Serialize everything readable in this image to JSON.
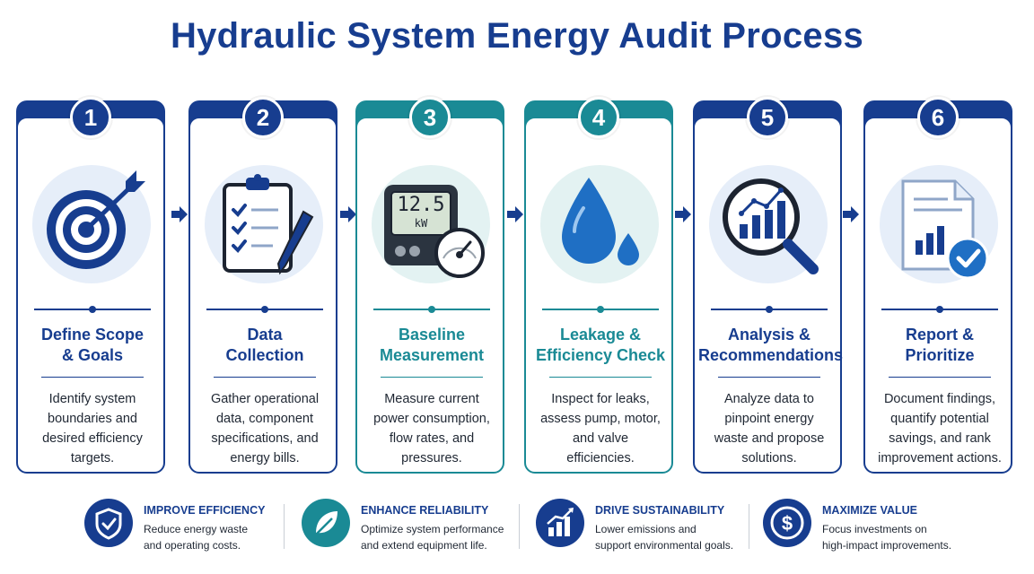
{
  "title": "Hydraulic System Energy Audit Process",
  "steps": [
    {
      "number": "1",
      "heading_lines": [
        "Define Scope",
        "& Goals"
      ],
      "desc_lines": [
        "Identify system",
        "boundaries and",
        "desired efficiency",
        "targets."
      ],
      "color": "#173d8f",
      "icon": "target-icon"
    },
    {
      "number": "2",
      "heading_lines": [
        "Data",
        "Collection"
      ],
      "desc_lines": [
        "Gather operational",
        "data, component",
        "specifications, and",
        "energy bills."
      ],
      "color": "#173d8f",
      "icon": "clipboard-checklist-icon"
    },
    {
      "number": "3",
      "heading_lines": [
        "Baseline",
        "Measurement"
      ],
      "desc_lines": [
        "Measure current",
        "power consumption,",
        "flow rates, and",
        "pressures."
      ],
      "color": "#1a8a95",
      "icon": "power-meter-gauge-icon",
      "meter_value": "12.5",
      "meter_unit": "kW"
    },
    {
      "number": "4",
      "heading_lines": [
        "Leakage &",
        "Efficiency Check"
      ],
      "desc_lines": [
        "Inspect for leaks,",
        "assess pump, motor,",
        "and valve",
        "efficiencies."
      ],
      "color": "#1a8a95",
      "icon": "water-drop-icon"
    },
    {
      "number": "5",
      "heading_lines": [
        "Analysis &",
        "Recommendations"
      ],
      "desc_lines": [
        "Analyze data to",
        "pinpoint energy",
        "waste and propose",
        "solutions."
      ],
      "color": "#173d8f",
      "icon": "magnifier-chart-icon"
    },
    {
      "number": "6",
      "heading_lines": [
        "Report &",
        "Prioritize"
      ],
      "desc_lines": [
        "Document findings,",
        "quantify potential",
        "savings, and rank",
        "improvement actions."
      ],
      "color": "#173d8f",
      "icon": "report-check-icon"
    }
  ],
  "benefits": [
    {
      "title": "IMPROVE EFFICIENCY",
      "desc_lines": [
        "Reduce energy waste",
        "and operating costs."
      ],
      "color": "#173d8f",
      "icon": "shield-check-icon"
    },
    {
      "title": "ENHANCE RELIABILITY",
      "desc_lines": [
        "Optimize system performance",
        "and extend equipment life."
      ],
      "color": "#1a8a95",
      "icon": "leaf-icon"
    },
    {
      "title": "DRIVE SUSTAINABILITY",
      "desc_lines": [
        "Lower emissions and",
        "support environmental goals."
      ],
      "color": "#173d8f",
      "icon": "growth-chart-icon"
    },
    {
      "title": "MAXIMIZE VALUE",
      "desc_lines": [
        "Focus investments on",
        "high-impact improvements."
      ],
      "color": "#173d8f",
      "icon": "dollar-coin-icon"
    }
  ],
  "colors": {
    "navy": "#173d8f",
    "teal": "#1a8a95",
    "light_blue_bg": "#e6eef9",
    "light_teal_bg": "#e3f2f2"
  }
}
